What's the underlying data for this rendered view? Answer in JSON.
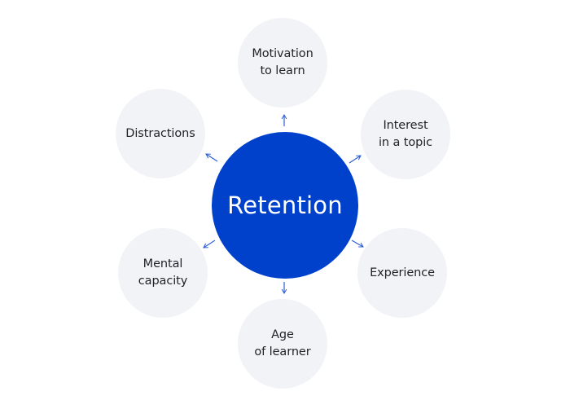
{
  "diagram": {
    "center": {
      "label": "Retention",
      "color": "#0041cc"
    },
    "factors": [
      {
        "id": "motivation",
        "lines": [
          "Motivation",
          "to learn"
        ],
        "position": "top"
      },
      {
        "id": "interest",
        "lines": [
          "Interest",
          "in a topic"
        ],
        "position": "top-right"
      },
      {
        "id": "experience",
        "lines": [
          "Experience"
        ],
        "position": "bottom-right"
      },
      {
        "id": "age",
        "lines": [
          "Age",
          "of learner"
        ],
        "position": "bottom"
      },
      {
        "id": "mental-capacity",
        "lines": [
          "Mental",
          "capacity"
        ],
        "position": "bottom-left"
      },
      {
        "id": "distractions",
        "lines": [
          "Distractions"
        ],
        "position": "top-left"
      }
    ],
    "colors": {
      "node_fill": "#f2f3f7",
      "node_text": "#1e2128",
      "arrow": "#2f5fd6"
    },
    "arrow_direction": "outward from center"
  }
}
